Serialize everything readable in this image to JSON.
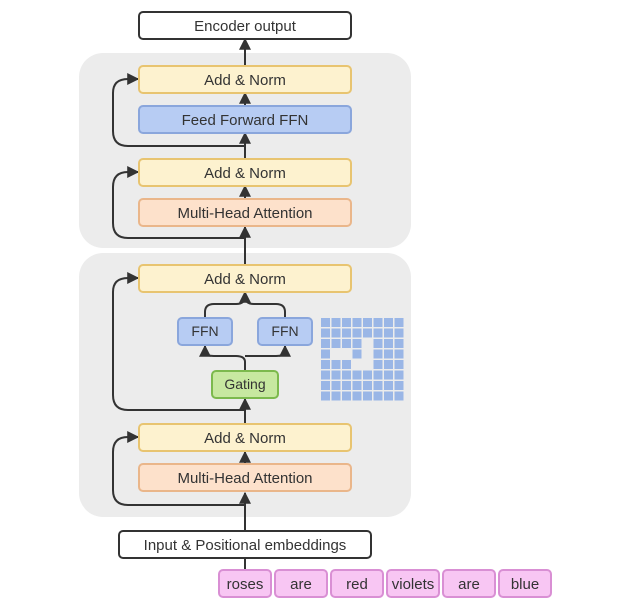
{
  "diagram": {
    "output_label": "Encoder output",
    "top_block": {
      "add_norm_upper": "Add & Norm",
      "ffn": "Feed Forward FFN",
      "add_norm_lower": "Add & Norm",
      "attention": "Multi-Head Attention"
    },
    "moe_block": {
      "add_norm_upper": "Add & Norm",
      "expert_left": "FFN",
      "expert_right": "FFN",
      "gating": "Gating",
      "add_norm_lower": "Add & Norm",
      "attention": "Multi-Head Attention"
    },
    "input_label": "Input & Positional embeddings",
    "tokens": [
      "roses",
      "are",
      "red",
      "violets",
      "are",
      "blue"
    ],
    "expert_grid_gaps": [
      [
        3,
        1
      ],
      [
        3,
        2
      ],
      [
        4,
        3
      ],
      [
        4,
        4
      ],
      [
        3,
        4
      ],
      [
        2,
        4
      ]
    ],
    "colors": {
      "block_bg": "#ececec",
      "add_norm_fill": "#fdf2cf",
      "add_norm_stroke": "#e8c470",
      "ffn_fill": "#b7ccf3",
      "ffn_stroke": "#8aa6dc",
      "attention_fill": "#fde1cb",
      "attention_stroke": "#eab68a",
      "gating_fill": "#c7e8a0",
      "gating_stroke": "#7cb94d",
      "token_fill": "#f8c6f3",
      "token_stroke": "#d98fd4",
      "grid_cell": "#9ab6e6"
    }
  }
}
